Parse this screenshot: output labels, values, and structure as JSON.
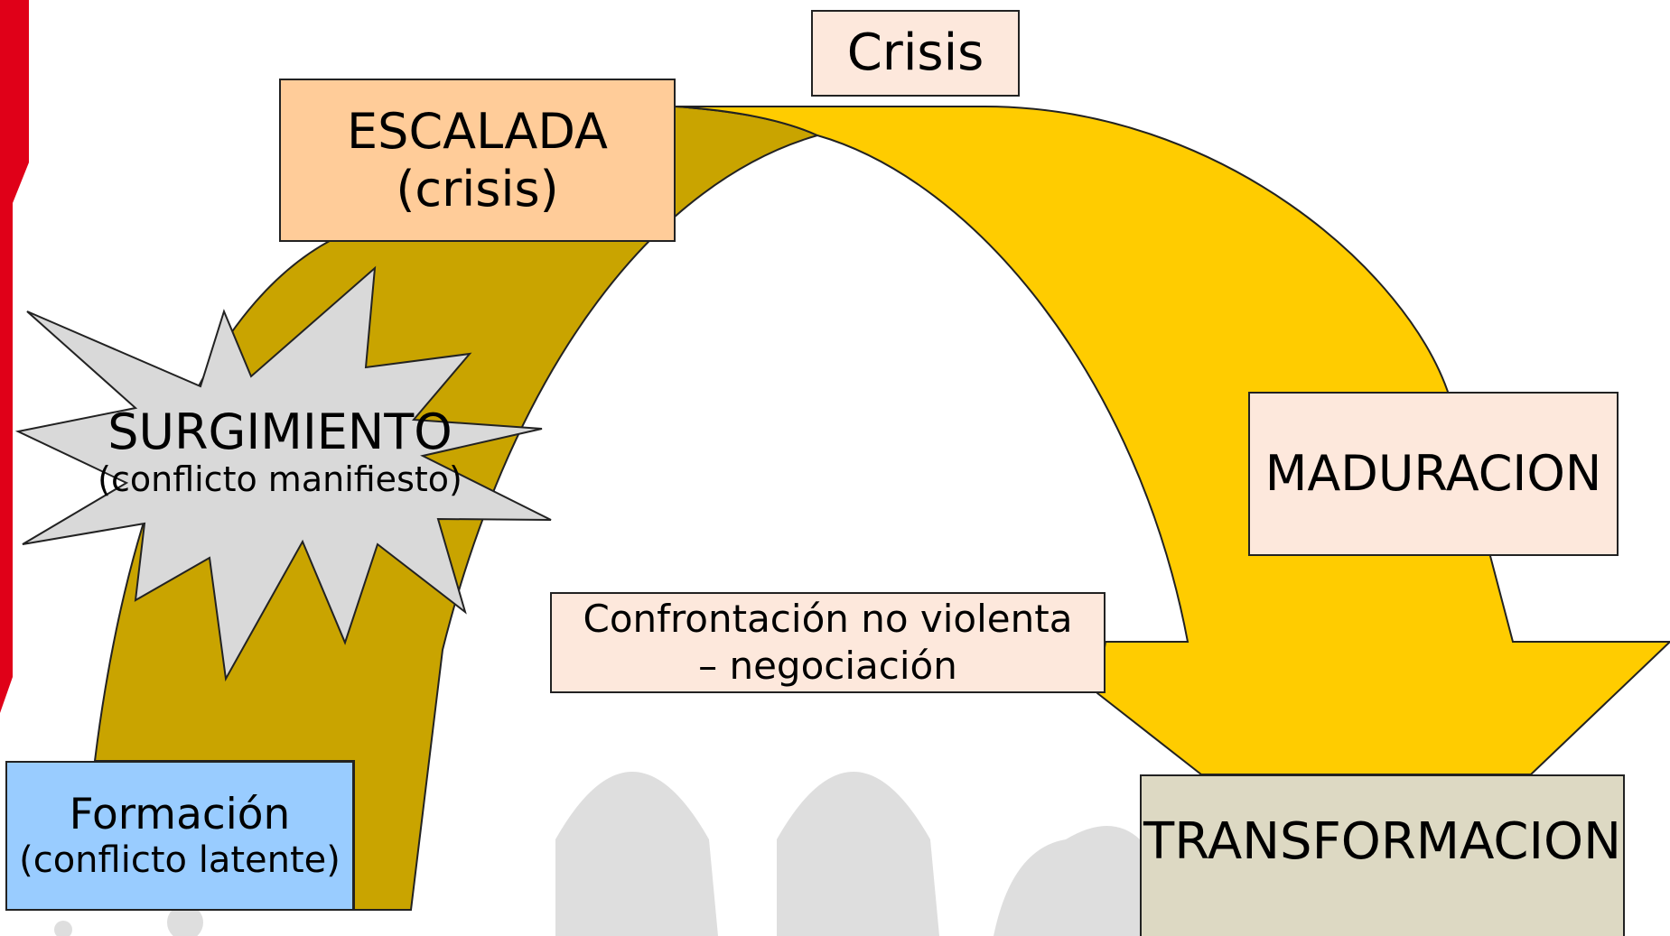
{
  "colors": {
    "rising_band": "#c9a400",
    "falling_arrow": "#ffcc00",
    "red_bar": "#e00018",
    "silhouette": "#dedede",
    "star_fill": "#d9d9d9",
    "escalada_fill": "#ffcc99",
    "pale_fill": "#fde8dc",
    "formacion_fill": "#99ccff",
    "transformacion_fill": "#ddd9c3",
    "border": "#222222"
  },
  "stages": {
    "crisis": {
      "label": "Crisis"
    },
    "escalada": {
      "title": "ESCALADA",
      "subtitle": "(crisis)"
    },
    "surgimiento": {
      "title": "SURGIMIENTO",
      "subtitle": "(conflicto manifiesto)"
    },
    "maduracion": {
      "label": "MADURACION"
    },
    "confrontacion": {
      "line1": "Confrontación no violenta",
      "line2": "– negociación"
    },
    "formacion": {
      "title": "Formación",
      "subtitle": "(conflicto latente)"
    },
    "transformacion": {
      "label": "TRANSFORMACION"
    }
  }
}
